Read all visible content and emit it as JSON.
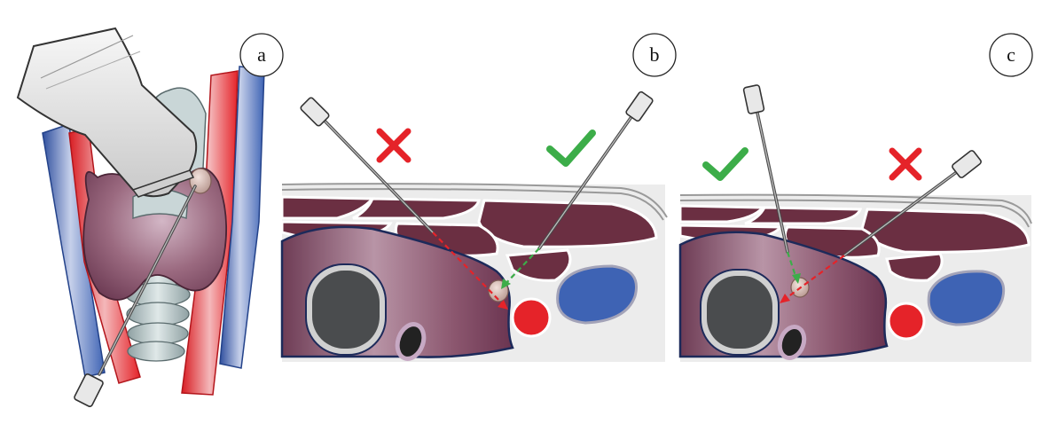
{
  "panels": [
    {
      "id": "a",
      "label": "a"
    },
    {
      "id": "b",
      "label": "b"
    },
    {
      "id": "c",
      "label": "c"
    }
  ],
  "colors": {
    "artery": "#e52329",
    "vein": "#3e63b4",
    "muscle": "#6b2f42",
    "thyroid": "#8c5870",
    "trachea": "#4a4c4e",
    "capsule": "#1d2a5a",
    "correct_mark": "#3cad49",
    "wrong_mark": "#e52329",
    "probe": "#e6e6e6",
    "background_tissue": "#ececec"
  },
  "marks": {
    "panel_b": {
      "left": "cross-icon",
      "right": "check-icon"
    },
    "panel_c": {
      "left": "check-icon",
      "right": "cross-icon"
    }
  }
}
